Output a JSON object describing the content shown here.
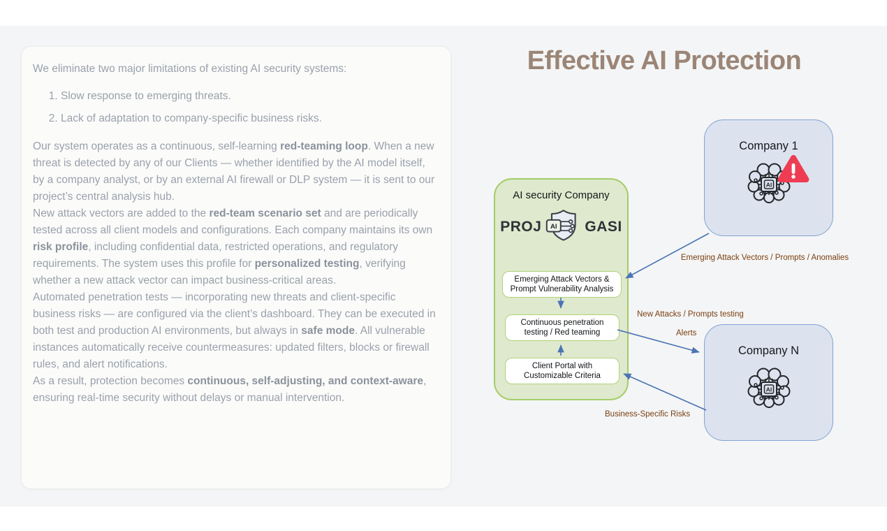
{
  "title": "Effective AI Protection",
  "card": {
    "intro": "We eliminate two major limitations of existing AI security systems:",
    "list": [
      "Slow response to emerging threats.",
      "Lack of adaptation to company-specific business risks."
    ],
    "paragraphs": [
      [
        {
          "t": "Our system operates as a continuous, self-learning ",
          "b": false
        },
        {
          "t": "red-teaming loop",
          "b": true
        },
        {
          "t": ". When a new threat is detected by any of our Clients — whether identified by the AI model itself, by a company analyst, or by an external AI firewall or DLP system — it is sent to our project’s central analysis hub.",
          "b": false
        }
      ],
      [
        {
          "t": "New attack vectors are added to the ",
          "b": false
        },
        {
          "t": "red-team scenario set",
          "b": true
        },
        {
          "t": " and are periodically tested across all client models and configurations. Each company maintains its own ",
          "b": false
        },
        {
          "t": "risk profile",
          "b": true
        },
        {
          "t": ", including confidential data, restricted operations, and regulatory requirements. The system uses this profile for ",
          "b": false
        },
        {
          "t": "personalized testing",
          "b": true
        },
        {
          "t": ", verifying whether a new attack vector can impact business-critical areas.",
          "b": false
        }
      ],
      [
        {
          "t": "Automated penetration tests — incorporating new threats and client-specific business risks — are configured via the client’s dashboard. They can be executed in both test and production AI environments, but always in ",
          "b": false
        },
        {
          "t": "safe mode",
          "b": true
        },
        {
          "t": ". All vulnerable instances automatically receive countermeasures: updated filters, blocks or firewall rules, and alert notifications.",
          "b": false
        }
      ],
      [
        {
          "t": "As a result, protection becomes ",
          "b": false
        },
        {
          "t": "continuous, self-adjusting, and context-aware",
          "b": true
        },
        {
          "t": ", ensuring real-time security without delays or manual intervention.",
          "b": false
        }
      ]
    ]
  },
  "diagram": {
    "hub": {
      "title": "AI security Company",
      "logo_left": "PROJ",
      "logo_badge": "AI",
      "logo_right": "GASI",
      "steps": [
        [
          "Emerging Attack Vectors &",
          "Prompt Vulnerability Analysis"
        ],
        [
          "Continuous penetration",
          "testing / Red teaming"
        ],
        [
          "Client Portal with",
          "Customizable Criteria"
        ]
      ]
    },
    "companies": [
      {
        "label": "Company 1",
        "chip": "AI",
        "alert": true
      },
      {
        "label": "Company N",
        "chip": "AI",
        "alert": false
      }
    ],
    "edge_labels": {
      "to_hub_from_company1": "Emerging Attack Vectors / Prompts / Anomalies",
      "to_companyn_testing": "New Attacks / Prompts testing",
      "to_companyn_alerts": "Alerts",
      "to_portal_risks": "Business-Specific Risks"
    },
    "colors": {
      "hub_fill": "#dfe9cd",
      "hub_border": "#a3cc67",
      "step_border": "#aed478",
      "company_fill": "#dce3ee",
      "company_border": "#82a3d3",
      "arrow": "#4a74b4",
      "edge_label_text": "#7a4012",
      "alert_red": "#ee3d52",
      "title_text": "#9b8576"
    }
  }
}
